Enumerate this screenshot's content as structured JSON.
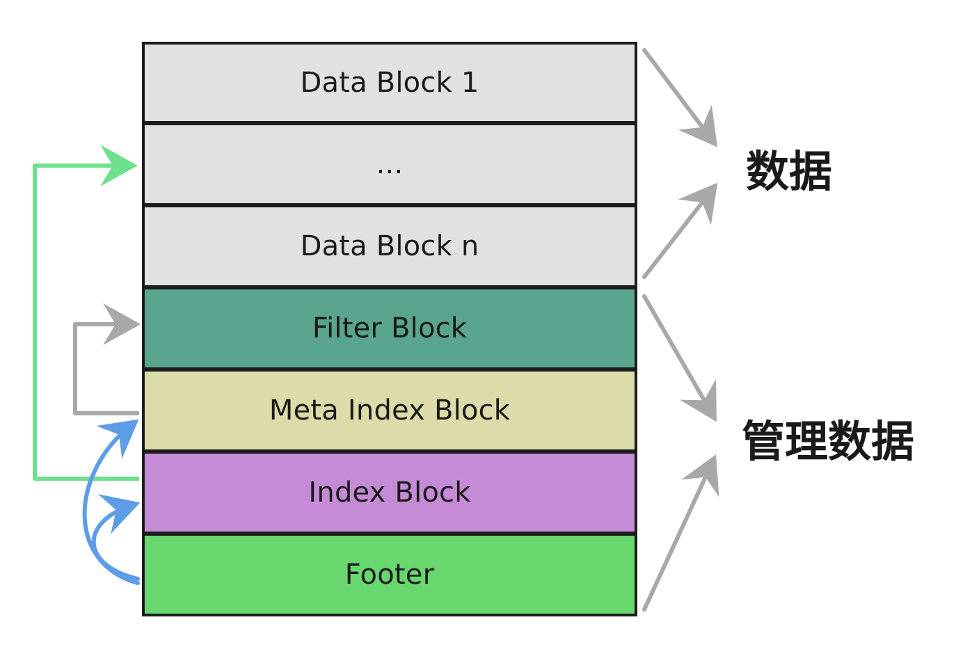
{
  "blocks": [
    {
      "id": "data-block-1",
      "label": "Data Block 1",
      "color": "#e0e1e3"
    },
    {
      "id": "ellipsis",
      "label": "...",
      "color": "#e0e1e3"
    },
    {
      "id": "data-block-n",
      "label": "Data Block n",
      "color": "#e0e1e3"
    },
    {
      "id": "filter-block",
      "label": "Filter Block",
      "color": "#5aa58f"
    },
    {
      "id": "meta-index-block",
      "label": "Meta Index Block",
      "color": "#dcdcab"
    },
    {
      "id": "index-block",
      "label": "Index Block",
      "color": "#c58bd6"
    },
    {
      "id": "footer",
      "label": "Footer",
      "color": "#68d86e"
    }
  ],
  "groups": {
    "data_label": "数据",
    "management_label": "管理数据"
  },
  "colors": {
    "green_arrow": "#6fe08e",
    "gray_arrow": "#a8a8a8",
    "blue_arrow": "#5d9ce6"
  }
}
